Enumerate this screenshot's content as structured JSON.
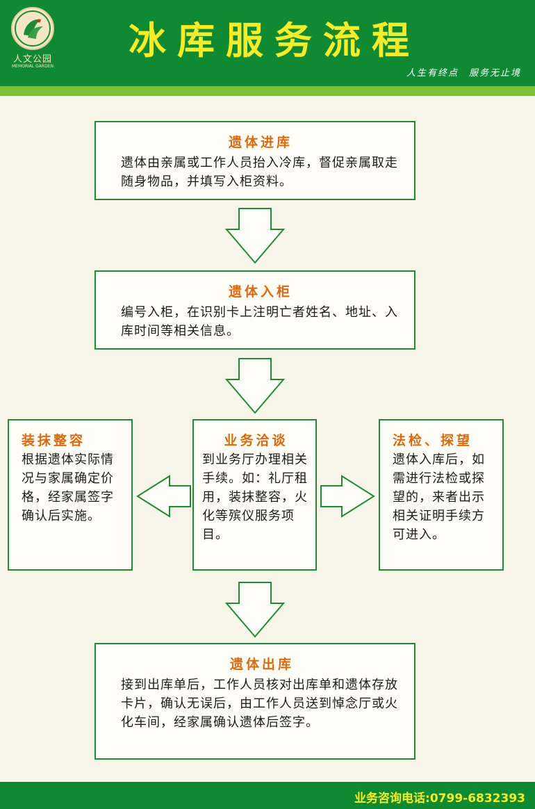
{
  "header": {
    "title": "冰库服务流程",
    "slogan": "人生有终点　服务无止境",
    "logo": {
      "name": "人文公园",
      "sub": "MEMORIAL GARDEN",
      "icon": "crane-logo-icon"
    }
  },
  "steps": {
    "step1": {
      "title": "遗体进库",
      "text": "遗体由亲属或工作人员抬入冷库，督促亲属取走随身物品，并填写入柜资料。"
    },
    "step2": {
      "title": "遗体入柜",
      "text": "编号入柜，在识别卡上注明亡者姓名、地址、入库时间等相关信息。"
    },
    "center": {
      "title": "业务洽谈",
      "text": "到业务厅办理相关手续。如：礼厅租用，装抹整容，火化等殡仪服务项目。"
    },
    "left": {
      "title": "装抹整容",
      "text": "根据遗体实际情况与家属确定价格，经家属签字确认后实施。"
    },
    "right": {
      "title": "法检、探望",
      "text": "遗体入库后，如需进行法检或探望的，来者出示相关证明手续方可进入。"
    },
    "step4": {
      "title": "遗体出库",
      "text": "接到出库单后，工作人员核对出库单和遗体存放卡片，确认无误后，由工作人员送到悼念厅或火化车间，经家属确认遗体后签字。"
    }
  },
  "footer": {
    "contact": "业务咨询电话:0799-6832393"
  },
  "colors": {
    "header": "#0f8a33",
    "stripe": "#7cc038",
    "title": "#f6ec2a",
    "box_border": "#1f8a36",
    "box_title": "#d86a12",
    "background": "#f8f6e9"
  }
}
